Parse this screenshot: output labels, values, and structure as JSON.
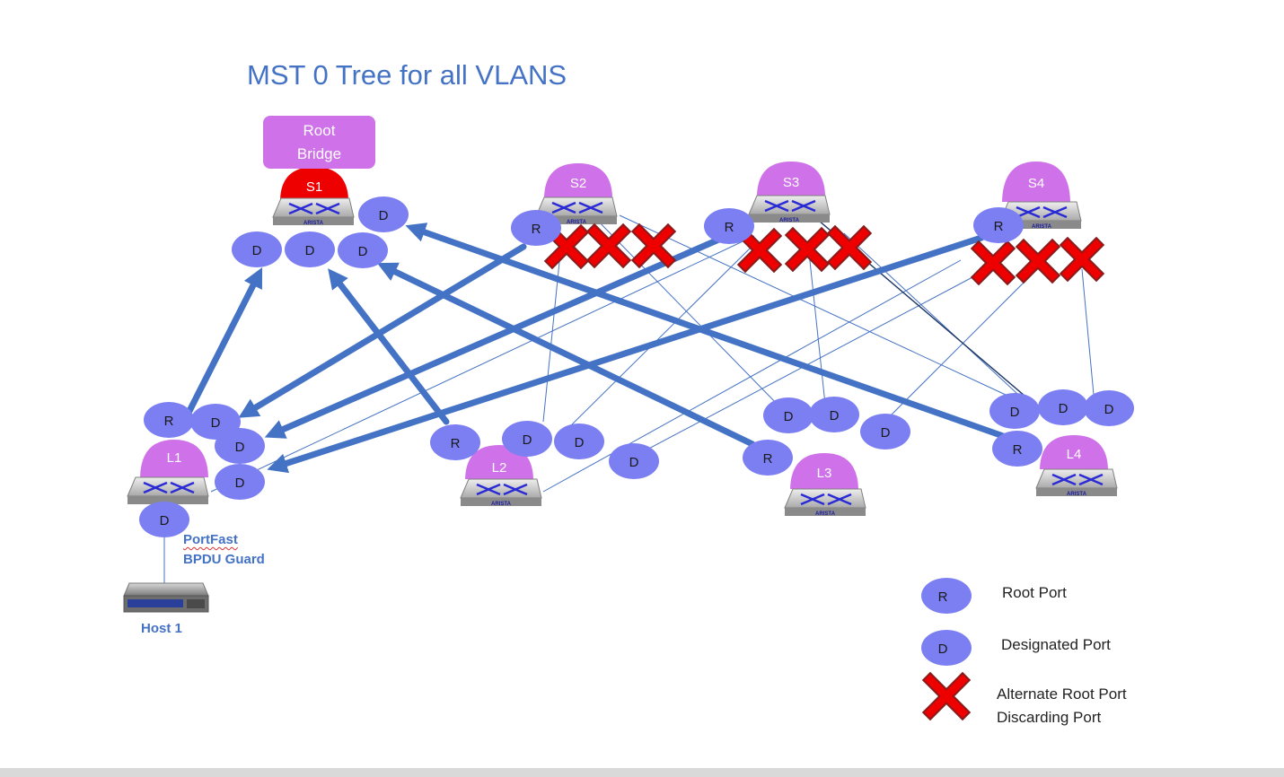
{
  "title": "MST 0 Tree for all VLANS",
  "root_bridge_label": [
    "Root",
    "Bridge"
  ],
  "switches": [
    {
      "id": "S1",
      "label": "S1",
      "role": "root"
    },
    {
      "id": "S2",
      "label": "S2",
      "role": "spine"
    },
    {
      "id": "S3",
      "label": "S3",
      "role": "spine"
    },
    {
      "id": "S4",
      "label": "S4",
      "role": "spine"
    },
    {
      "id": "L1",
      "label": "L1",
      "role": "leaf"
    },
    {
      "id": "L2",
      "label": "L2",
      "role": "leaf"
    },
    {
      "id": "L3",
      "label": "L3",
      "role": "leaf"
    },
    {
      "id": "L4",
      "label": "L4",
      "role": "leaf"
    }
  ],
  "vendor_label": "ARISTA",
  "port_labels": {
    "root": "R",
    "designated": "D"
  },
  "host": {
    "label": "Host 1",
    "notes": [
      "PortFast",
      "BPDU Guard"
    ]
  },
  "legend": {
    "root_port": "Root Port",
    "designated_port": "Designated Port",
    "alternate": [
      "Alternate Root Port",
      "Discarding Port"
    ]
  },
  "colors": {
    "title": "#4472c4",
    "port_fill": "#7b7ff2",
    "switch_label": "#cf71e8",
    "root_switch_label": "#ee0000",
    "tree_link": "#4472c4",
    "blocked_mark": "#ee0000"
  }
}
